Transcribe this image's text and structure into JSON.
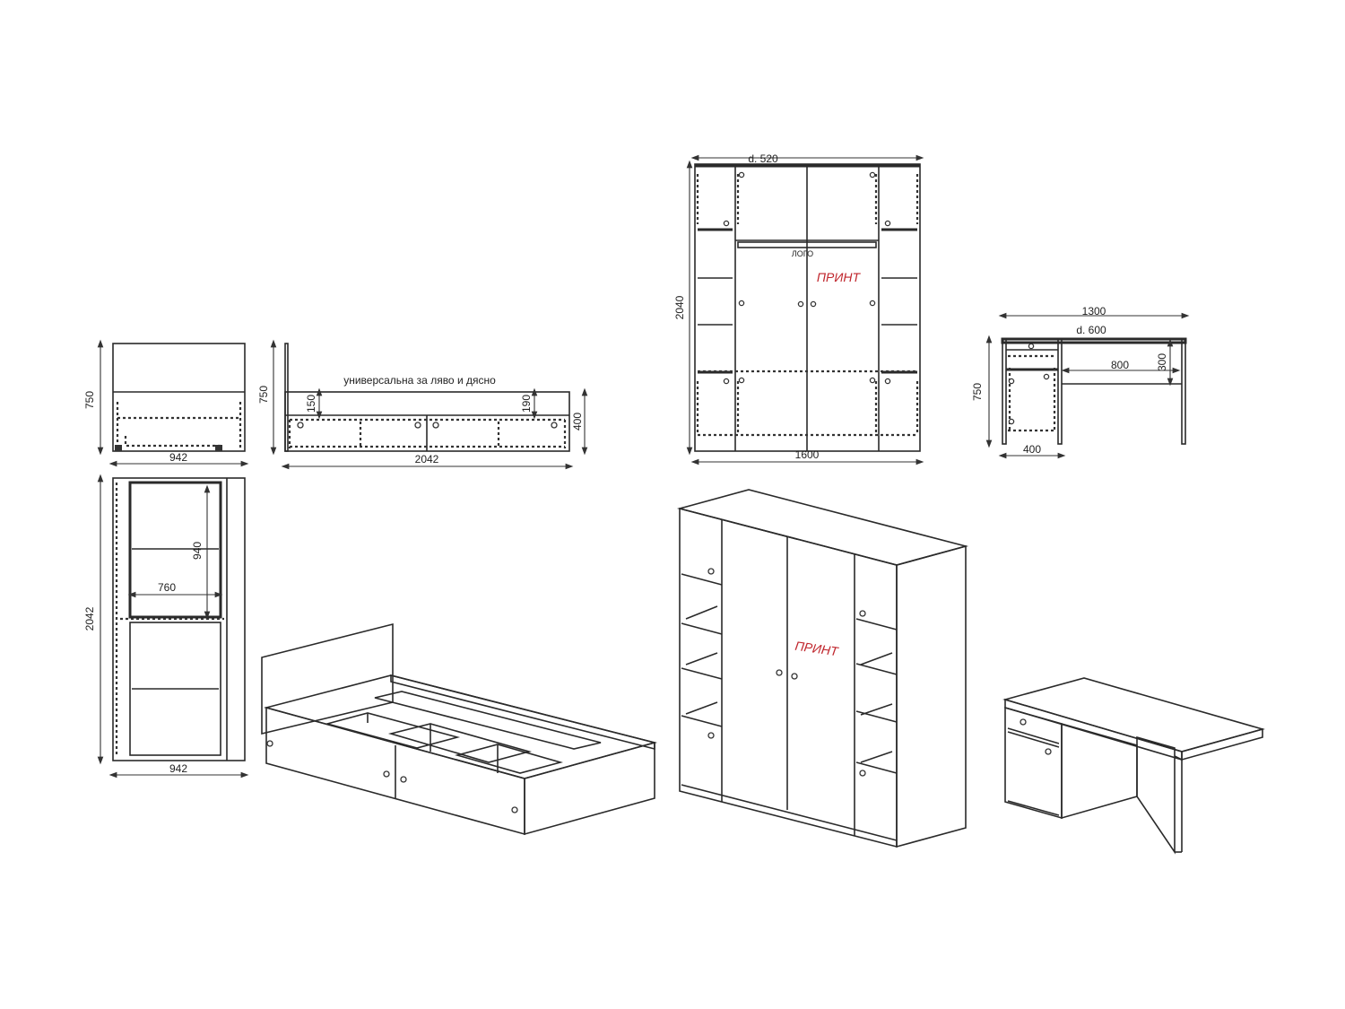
{
  "bed": {
    "note": "универсальна за ляво и дясно",
    "dim_height_front": "750",
    "dim_width_front": "942",
    "dim_height_side": "750",
    "dim_side_400": "400",
    "dim_side_150": "150",
    "dim_side_190": "190",
    "dim_length_side": "2042",
    "dim_top_length": "2042",
    "dim_top_width": "942",
    "dim_inner_940": "940",
    "dim_inner_760": "760"
  },
  "wardrobe": {
    "dim_depth": "d. 520",
    "dim_height": "2040",
    "dim_width": "1600",
    "small_label": "ЛОГО",
    "print_label": "ПРИНТ",
    "print_label_iso": "ПРИНТ"
  },
  "desk": {
    "dim_width": "1300",
    "dim_depth": "d. 600",
    "dim_height": "750",
    "dim_pedestal": "400",
    "dim_opening": "800",
    "dim_opening_h": "300"
  },
  "colors": {
    "line": "#2a2a2a",
    "accent": "#c0262d"
  }
}
